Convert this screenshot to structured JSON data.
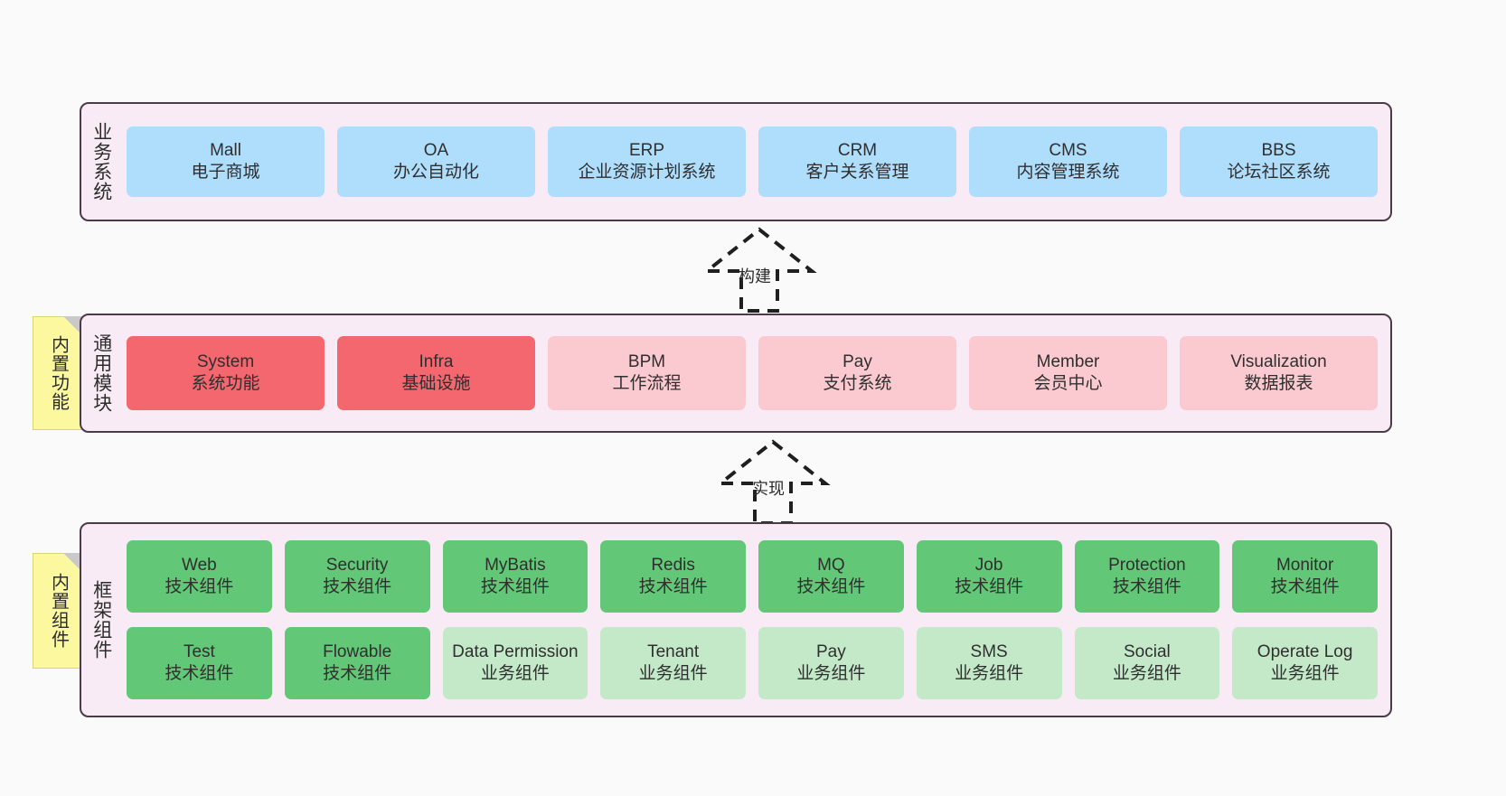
{
  "colors": {
    "panel_bg": "#F8EBF5",
    "panel_border": "#4a3c47",
    "business_card": "#AFDDFC",
    "module_core": "#F4676E",
    "module_other": "#FBC9D0",
    "tech_component": "#62C776",
    "business_component": "#C3E9C9",
    "note_bg": "#FBF8A0",
    "canvas_bg": "#FAFAFA"
  },
  "layers": {
    "business": {
      "title": "业务系统",
      "cards": [
        {
          "en": "Mall",
          "cn": "电子商城"
        },
        {
          "en": "OA",
          "cn": "办公自动化"
        },
        {
          "en": "ERP",
          "cn": "企业资源计划系统"
        },
        {
          "en": "CRM",
          "cn": "客户关系管理"
        },
        {
          "en": "CMS",
          "cn": "内容管理系统"
        },
        {
          "en": "BBS",
          "cn": "论坛社区系统"
        }
      ]
    },
    "modules": {
      "title": "通用模块",
      "note": "内置功能",
      "cards": [
        {
          "en": "System",
          "cn": "系统功能"
        },
        {
          "en": "Infra",
          "cn": "基础设施"
        },
        {
          "en": "BPM",
          "cn": "工作流程"
        },
        {
          "en": "Pay",
          "cn": "支付系统"
        },
        {
          "en": "Member",
          "cn": "会员中心"
        },
        {
          "en": "Visualization",
          "cn": "数据报表"
        }
      ]
    },
    "framework": {
      "title": "框架组件",
      "note": "内置组件",
      "row1": [
        {
          "en": "Web",
          "cn": "技术组件"
        },
        {
          "en": "Security",
          "cn": "技术组件"
        },
        {
          "en": "MyBatis",
          "cn": "技术组件"
        },
        {
          "en": "Redis",
          "cn": "技术组件"
        },
        {
          "en": "MQ",
          "cn": "技术组件"
        },
        {
          "en": "Job",
          "cn": "技术组件"
        },
        {
          "en": "Protection",
          "cn": "技术组件"
        },
        {
          "en": "Monitor",
          "cn": "技术组件"
        }
      ],
      "row2": [
        {
          "en": "Test",
          "cn": "技术组件"
        },
        {
          "en": "Flowable",
          "cn": "技术组件"
        },
        {
          "en": "Data Permission",
          "cn": "业务组件"
        },
        {
          "en": "Tenant",
          "cn": "业务组件"
        },
        {
          "en": "Pay",
          "cn": "业务组件"
        },
        {
          "en": "SMS",
          "cn": "业务组件"
        },
        {
          "en": "Social",
          "cn": "业务组件"
        },
        {
          "en": "Operate Log",
          "cn": "业务组件"
        }
      ]
    }
  },
  "arrows": {
    "build": "构建",
    "implement": "实现"
  }
}
